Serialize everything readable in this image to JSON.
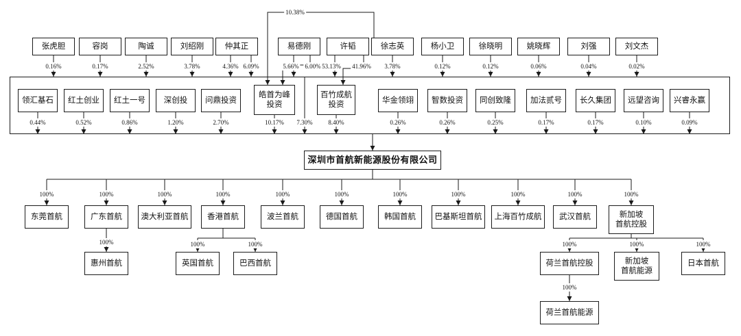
{
  "diagram": {
    "top_link_pct": "10.38%",
    "through_pct": "7.30%",
    "individuals": [
      {
        "name": "张虎胆",
        "pct": "0.16%"
      },
      {
        "name": "容岗",
        "pct": "0.17%"
      },
      {
        "name": "陶诚",
        "pct": "2.52%"
      },
      {
        "name": "刘绍刚",
        "pct": "3.78%"
      },
      {
        "name": "仲其正",
        "pct": "4.36%",
        "pct2": "6.09%"
      },
      {
        "name": "易德刚",
        "pct": "5.66%",
        "pct2": "6.00%"
      },
      {
        "name": "许韬",
        "pct": "53.13%",
        "pct2": "41.96%"
      },
      {
        "name": "徐志英",
        "pct": "3.78%"
      },
      {
        "name": "杨小卫",
        "pct": "0.12%"
      },
      {
        "name": "徐晓明",
        "pct": "0.12%"
      },
      {
        "name": "姚晓辉",
        "pct": "0.06%"
      },
      {
        "name": "刘强",
        "pct": "0.04%"
      },
      {
        "name": "刘文杰",
        "pct": "0.02%"
      }
    ],
    "institutions": [
      {
        "name": "领汇基石",
        "pct": "0.44%"
      },
      {
        "name": "红土创业",
        "pct": "0.52%"
      },
      {
        "name": "红土一号",
        "pct": "0.86%"
      },
      {
        "name": "深创投",
        "pct": "1.20%"
      },
      {
        "name": "问鼎投资",
        "pct": "2.70%"
      },
      {
        "name": "皓首为峰",
        "name2": "投资",
        "pct": "10.17%"
      },
      {
        "name": "百竹成航",
        "name2": "投资",
        "pct": "8.40%"
      },
      {
        "name": "华金领翊",
        "pct": "0.26%"
      },
      {
        "name": "智数投资",
        "pct": "0.26%"
      },
      {
        "name": "同创致隆",
        "pct": "0.25%"
      },
      {
        "name": "加法贰号",
        "pct": "0.17%"
      },
      {
        "name": "长久集团",
        "pct": "0.17%"
      },
      {
        "name": "远望咨询",
        "pct": "0.10%"
      },
      {
        "name": "兴睿永赢",
        "pct": "0.09%"
      }
    ],
    "company": "深圳市首航新能源股份有限公司",
    "subs1": [
      {
        "name": "东莞首航",
        "pct": "100%"
      },
      {
        "name": "广东首航",
        "pct": "100%"
      },
      {
        "name": "澳大利亚首航",
        "pct": "100%"
      },
      {
        "name": "香港首航",
        "pct": "100%"
      },
      {
        "name": "波兰首航",
        "pct": "100%"
      },
      {
        "name": "德国首航",
        "pct": "100%"
      },
      {
        "name": "韩国首航",
        "pct": "100%"
      },
      {
        "name": "巴基斯坦首航",
        "pct": "100%"
      },
      {
        "name": "上海百竹成航",
        "pct": "100%"
      },
      {
        "name": "武汉首航",
        "pct": "100%"
      },
      {
        "name": "新加坡",
        "name2": "首航控股",
        "pct": "100%"
      }
    ],
    "subs2": [
      {
        "name": "惠州首航",
        "pct": "100%"
      },
      {
        "name": "英国首航",
        "pct": "100%"
      },
      {
        "name": "巴西首航",
        "pct": "100%"
      },
      {
        "name": "荷兰首航控股",
        "pct": "100%"
      },
      {
        "name": "新加坡",
        "name2": "首航能源",
        "pct": "100%"
      },
      {
        "name": "日本首航",
        "pct": "100%"
      }
    ],
    "sub3": {
      "name": "荷兰首航能源",
      "pct": "100%"
    }
  }
}
